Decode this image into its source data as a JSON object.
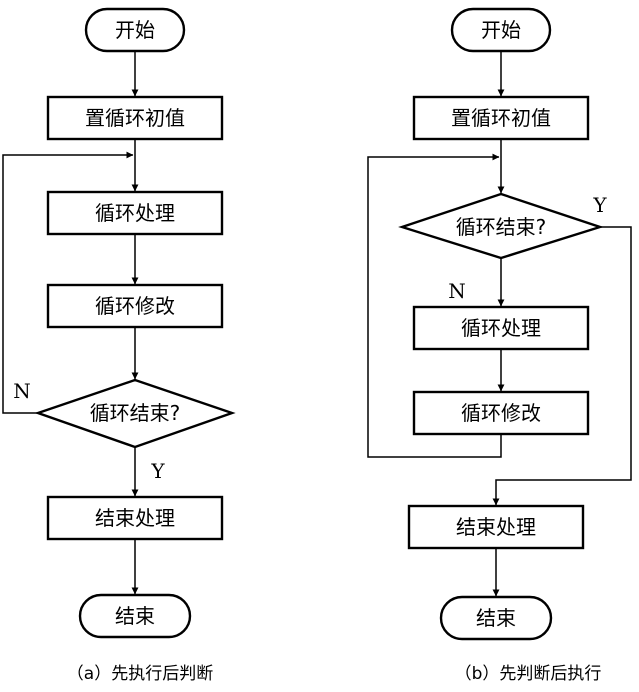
{
  "flowchart_a": {
    "start": "开始",
    "init": "置循环初值",
    "process": "循环处理",
    "modify": "循环修改",
    "condition": "循环结束?",
    "no_label": "N",
    "yes_label": "Y",
    "end_process": "结束处理",
    "end": "结束",
    "caption": "（a）先执行后判断"
  },
  "flowchart_b": {
    "start": "开始",
    "init": "置循环初值",
    "condition": "循环结束?",
    "yes_label": "Y",
    "no_label": "N",
    "process": "循环处理",
    "modify": "循环修改",
    "end_process": "结束处理",
    "end": "结束",
    "caption": "（b）先判断后执行"
  }
}
